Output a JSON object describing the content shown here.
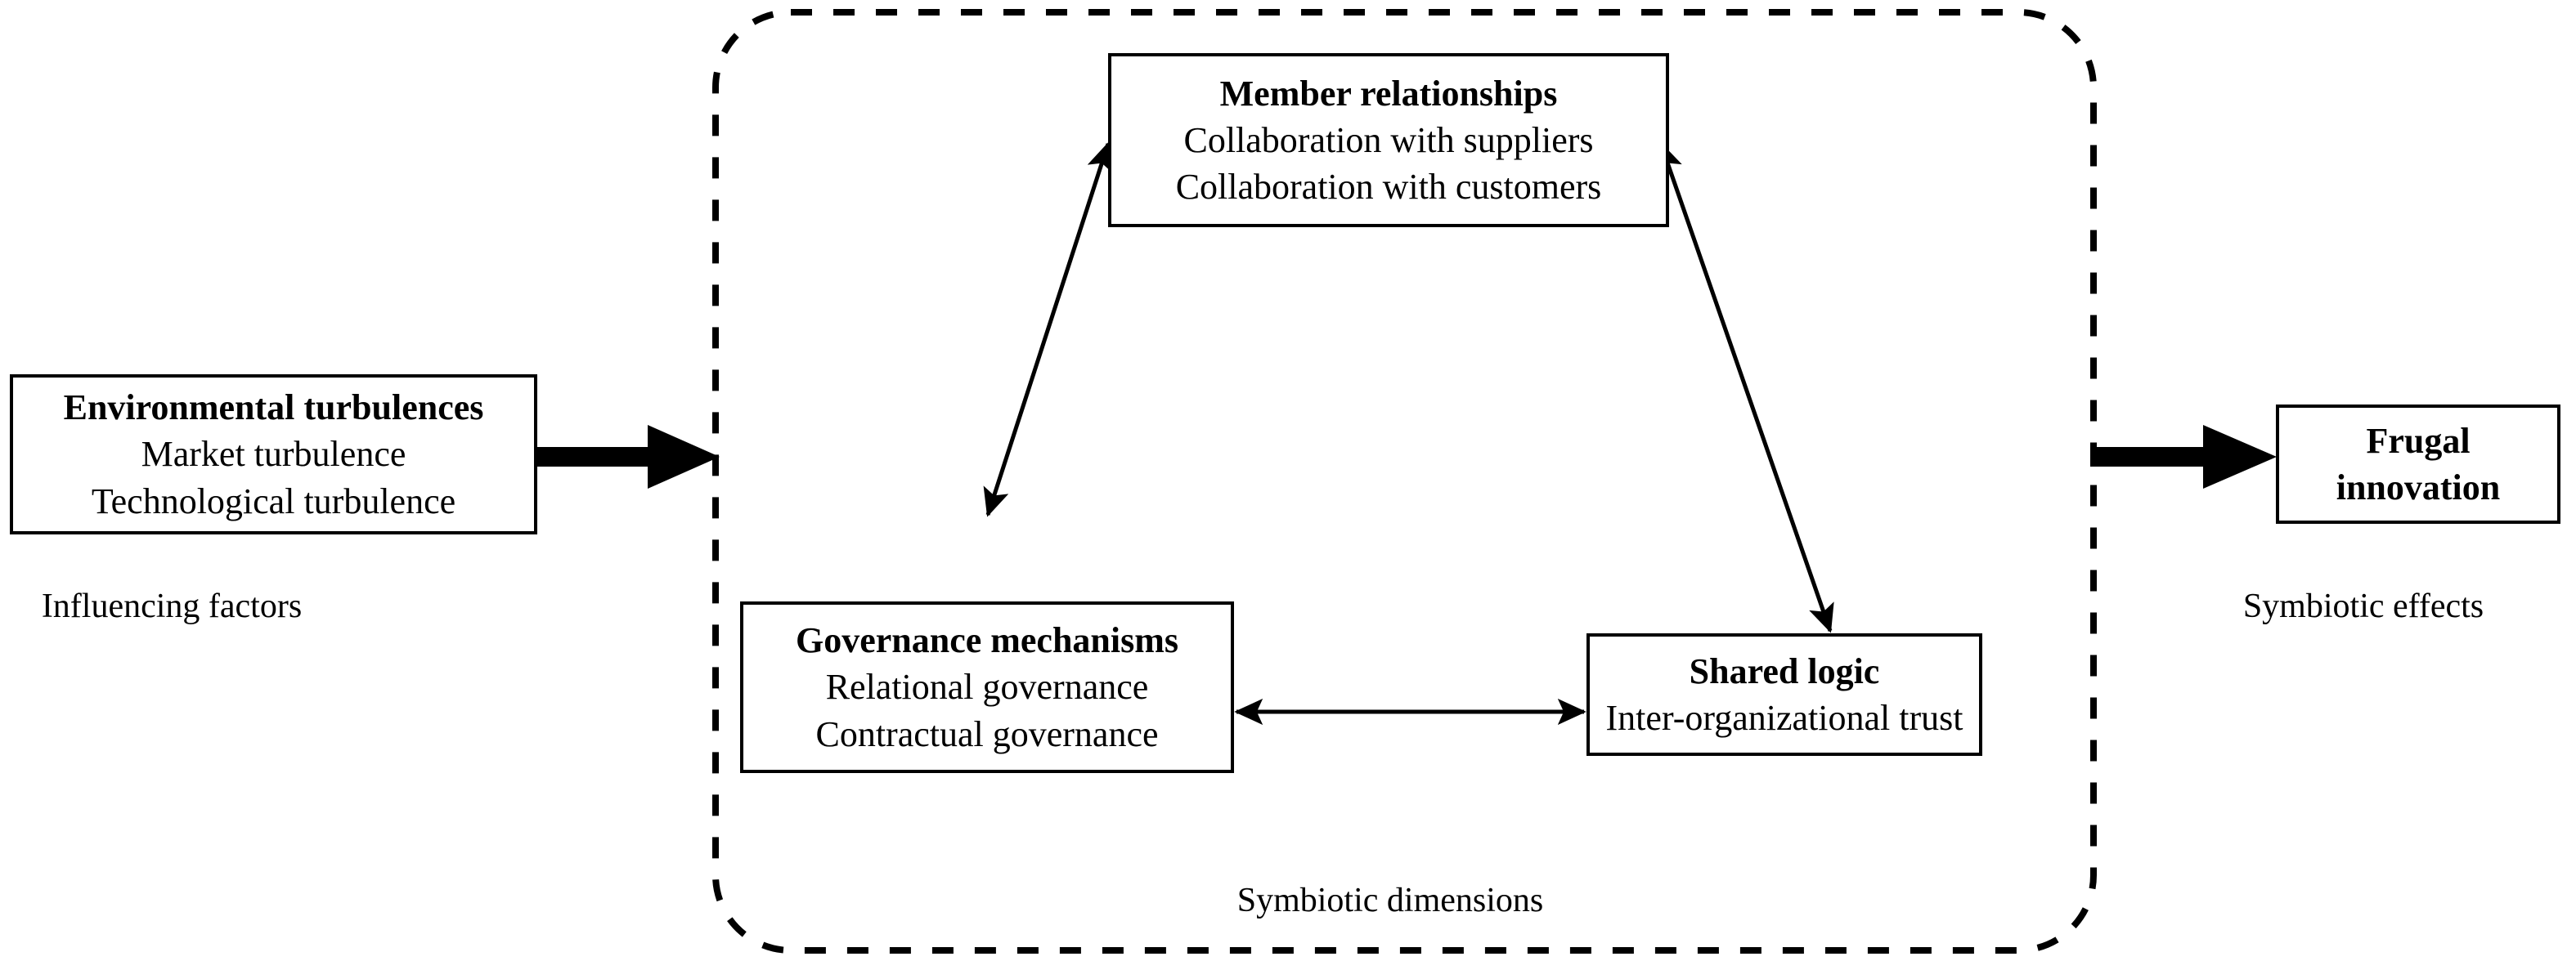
{
  "diagram": {
    "title_hidden": "",
    "background_color": "#ffffff",
    "stroke_color": "#000000",
    "container": {
      "name": "symbiotic-dimensions-container",
      "style": "dashed rounded rectangle",
      "caption": "Symbiotic dimensions"
    },
    "nodes": [
      {
        "id": "environmental-turbulences",
        "title": "Environmental turbulences",
        "items": [
          "Market turbulence",
          "Technological turbulence"
        ],
        "caption": "Influencing factors"
      },
      {
        "id": "member-relationships",
        "title": "Member relationships",
        "items": [
          "Collaboration with suppliers",
          "Collaboration with customers"
        ]
      },
      {
        "id": "governance-mechanisms",
        "title": "Governance mechanisms",
        "items": [
          "Relational governance",
          "Contractual governance"
        ]
      },
      {
        "id": "shared-logic",
        "title": "Shared logic",
        "items": [
          "Inter-organizational trust"
        ]
      },
      {
        "id": "frugal-innovation",
        "title_line1": "Frugal",
        "title_line2": "innovation",
        "caption": "Symbiotic effects"
      }
    ],
    "connectors": [
      {
        "id": "input-arrow",
        "from": "environmental-turbulences",
        "to": "symbiotic-dimensions-container",
        "style": "thick-block-arrow",
        "direction": "one-way"
      },
      {
        "id": "output-arrow",
        "from": "symbiotic-dimensions-container",
        "to": "frugal-innovation",
        "style": "thick-block-arrow",
        "direction": "one-way"
      },
      {
        "id": "member-governance-link",
        "from": "member-relationships",
        "to": "governance-mechanisms",
        "style": "thin-line",
        "direction": "two-way"
      },
      {
        "id": "member-shared-link",
        "from": "member-relationships",
        "to": "shared-logic",
        "style": "thin-line",
        "direction": "two-way"
      },
      {
        "id": "governance-shared-link",
        "from": "governance-mechanisms",
        "to": "shared-logic",
        "style": "thin-line",
        "direction": "two-way"
      }
    ]
  }
}
